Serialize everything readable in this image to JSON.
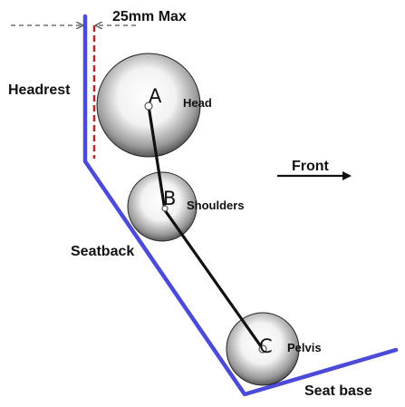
{
  "labels": {
    "max_gap": "25mm Max",
    "headrest": "Headrest",
    "seatback": "Seatback",
    "seat_base": "Seat base",
    "front": "Front"
  },
  "points": [
    {
      "letter": "A",
      "name": "Head"
    },
    {
      "letter": "B",
      "name": "Shoulders"
    },
    {
      "letter": "C",
      "name": "Pelvis"
    }
  ],
  "colors": {
    "seat": "#4b4bd8",
    "limit_line": "#b02a2a",
    "body_link": "#111111",
    "dimension": "#555555"
  }
}
